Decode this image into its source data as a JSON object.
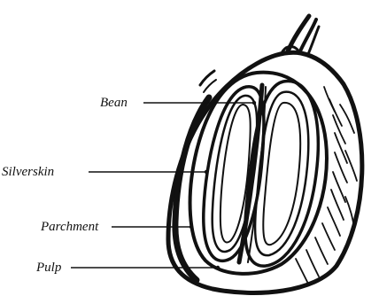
{
  "labels": {
    "bean": "Bean",
    "silverskin": "Silverskin",
    "parchment": "Parchment",
    "pulp": "Pulp"
  },
  "colors": {
    "ink": "#111111",
    "paper": "#ffffff"
  }
}
